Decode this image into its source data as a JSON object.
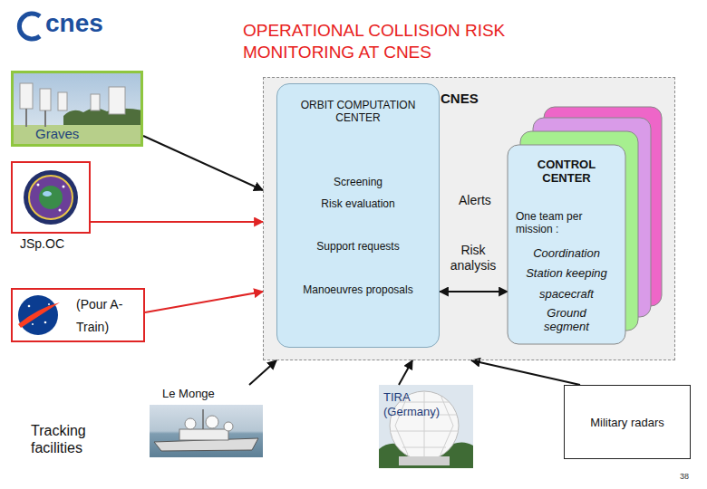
{
  "diagram": {
    "title": "OPERATIONAL COLLISION RISK MONITORING AT CNES",
    "nodes": [
      {
        "text": [
          "Graves"
        ]
      },
      {
        "text": [
          "CNES"
        ]
      },
      {
        "text": [
          "ORBIT COMPUTATION CENTER",
          "Screening",
          "Risk evaluation",
          "Support requests",
          "Manoeuvres proposals"
        ],
        "in": 1
      },
      {
        "text": [
          "CONTROL CENTER",
          "One team per mission :",
          "Coordination",
          "Station keeping",
          "spacecraft",
          "Ground segment"
        ],
        "in": 1
      },
      {
        "text": [
          "JSp.OC"
        ]
      },
      {
        "text": [
          "(Pour A-Train)"
        ]
      },
      {
        "text": [
          "Le Monge"
        ]
      },
      {
        "text": [
          "TIRA (Germany)"
        ]
      },
      {
        "text": [
          "Military radars"
        ]
      }
    ],
    "edges": [
      {
        "from": 0,
        "to": 1,
        "arrow": "to"
      },
      {
        "from": 4,
        "to": 1,
        "arrow": "to"
      },
      {
        "from": 5,
        "to": 1,
        "arrow": "to"
      },
      {
        "from": 2,
        "to": 3,
        "arrow": "both"
      },
      {
        "from": 6,
        "to": 1,
        "arrow": "to"
      },
      {
        "from": 7,
        "to": 1,
        "arrow": "to"
      },
      {
        "from": 8,
        "to": 1,
        "arrow": "to"
      }
    ],
    "labels": [
      "cnes",
      "Alerts",
      "Risk analysis",
      "Tracking facilities",
      "38"
    ]
  }
}
